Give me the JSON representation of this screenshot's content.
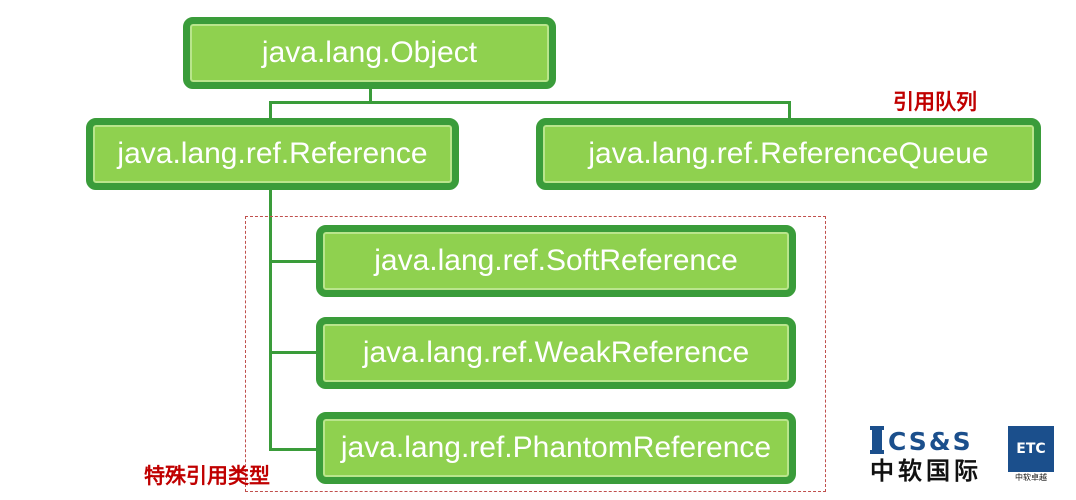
{
  "nodes": {
    "object": "java.lang.Object",
    "reference": "java.lang.ref.Reference",
    "reference_queue": "java.lang.ref.ReferenceQueue",
    "soft": "java.lang.ref.SoftReference",
    "weak": "java.lang.ref.WeakReference",
    "phantom": "java.lang.ref.PhantomReference"
  },
  "labels": {
    "queue": "引用队列",
    "special_types": "特殊引用类型"
  },
  "logo": {
    "brand_latin": "CS&S",
    "brand_cn": "中软国际",
    "badge": "ETC",
    "badge_sub": "中软卓越"
  },
  "colors": {
    "node_fill": "#8fd14f",
    "node_border": "#3a9c3a",
    "connector": "#3a9c3a",
    "label_red": "#c00000",
    "logo_blue": "#1b4f8c"
  }
}
